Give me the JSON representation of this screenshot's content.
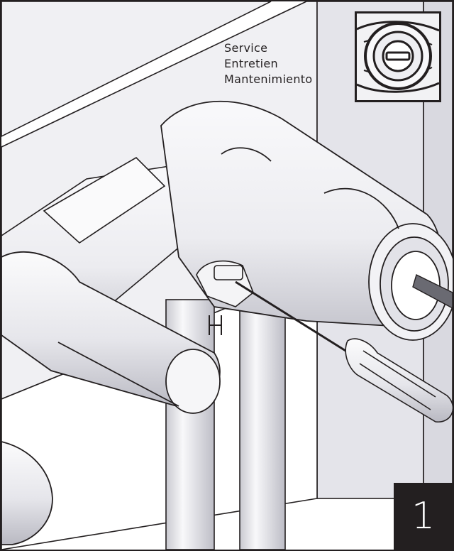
{
  "labels": {
    "service_en": "Service",
    "service_fr": "Entretien",
    "service_es": "Mantenimiento"
  },
  "step": {
    "number": "1"
  },
  "colors": {
    "ink": "#231f20",
    "panel": "#e9e9ee",
    "pipe": "#f4f4f6",
    "shade": "#c9c9d0"
  },
  "icons": {
    "inset": "slotted-screw-closeup",
    "main": "valve-body-with-screwdriver"
  }
}
